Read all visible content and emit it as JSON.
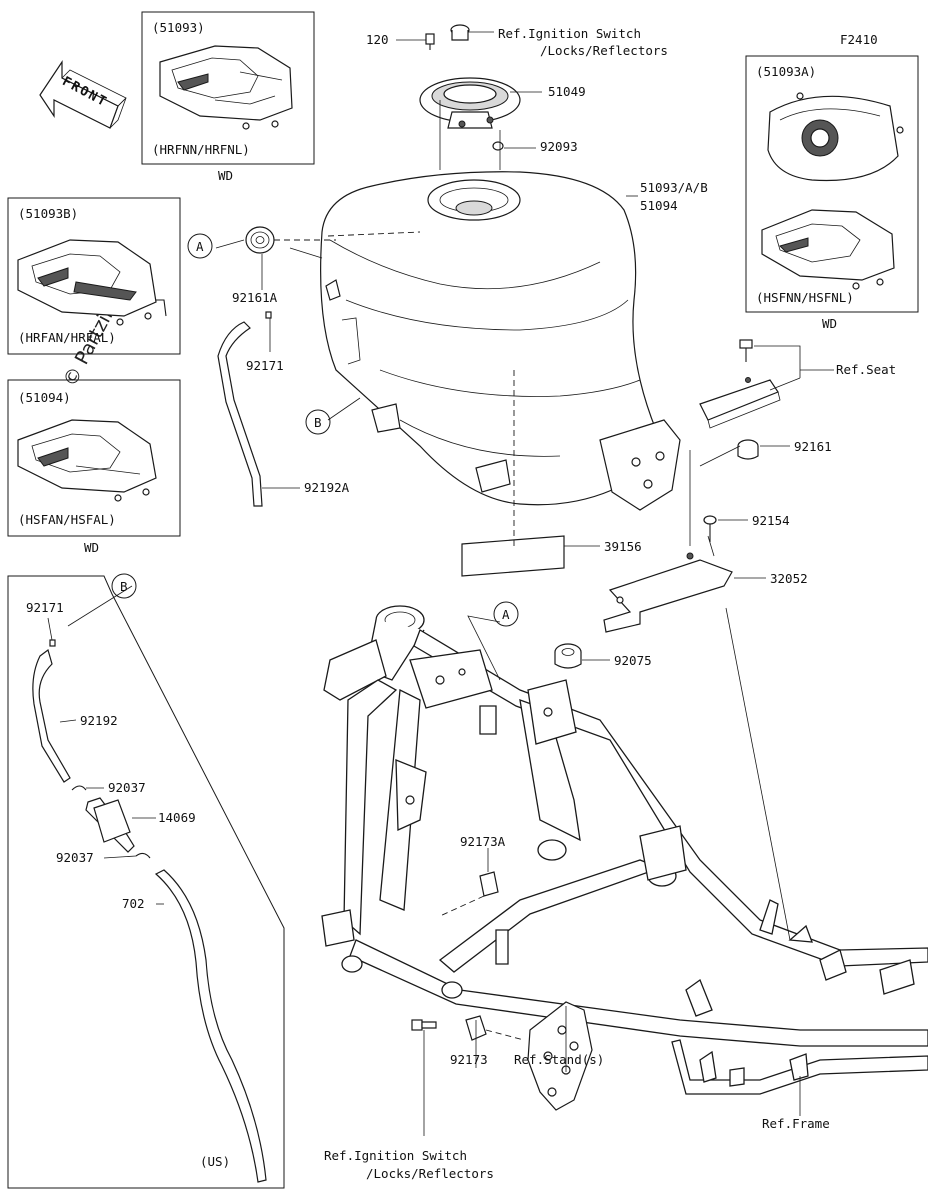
{
  "diagram_code": "F2410",
  "watermark": "© Partzilla.com",
  "front_arrow": "FRONT",
  "insets": [
    {
      "code": "(51093)",
      "model": "(HRFNN/HRFNL)",
      "note": "WD"
    },
    {
      "code": "(51093A)",
      "model": "(HSFNN/HSFNL)",
      "note": "WD"
    },
    {
      "code": "(51093B)",
      "model": "(HRFAN/HRFAL)",
      "note": ""
    },
    {
      "code": "(51094)",
      "model": "(HSFAN/HSFAL)",
      "note": "WD"
    }
  ],
  "callouts": {
    "A": "A",
    "B": "B"
  },
  "labels": {
    "p120": "120",
    "ref_ignition_top_1": "Ref.Ignition Switch",
    "ref_ignition_top_2": "/Locks/Reflectors",
    "p51049": "51049",
    "p92093": "92093",
    "p51093": "51093/A/B",
    "p51094": "51094",
    "p92161A": "92161A",
    "p92171": "92171",
    "p92192A": "92192A",
    "ref_seat": "Ref.Seat",
    "p92161": "92161",
    "p92154": "92154",
    "p39156": "39156",
    "p32052": "32052",
    "p92075": "92075",
    "p92171_us": "92171",
    "p92192": "92192",
    "p92037_a": "92037",
    "p14069": "14069",
    "p92037_b": "92037",
    "p702": "702",
    "us": "(US)",
    "p92173A": "92173A",
    "p92173": "92173",
    "ref_stand": "Ref.Stand(s)",
    "ref_ignition_bot_1": "Ref.Ignition Switch",
    "ref_ignition_bot_2": "/Locks/Reflectors",
    "ref_frame": "Ref.Frame"
  }
}
